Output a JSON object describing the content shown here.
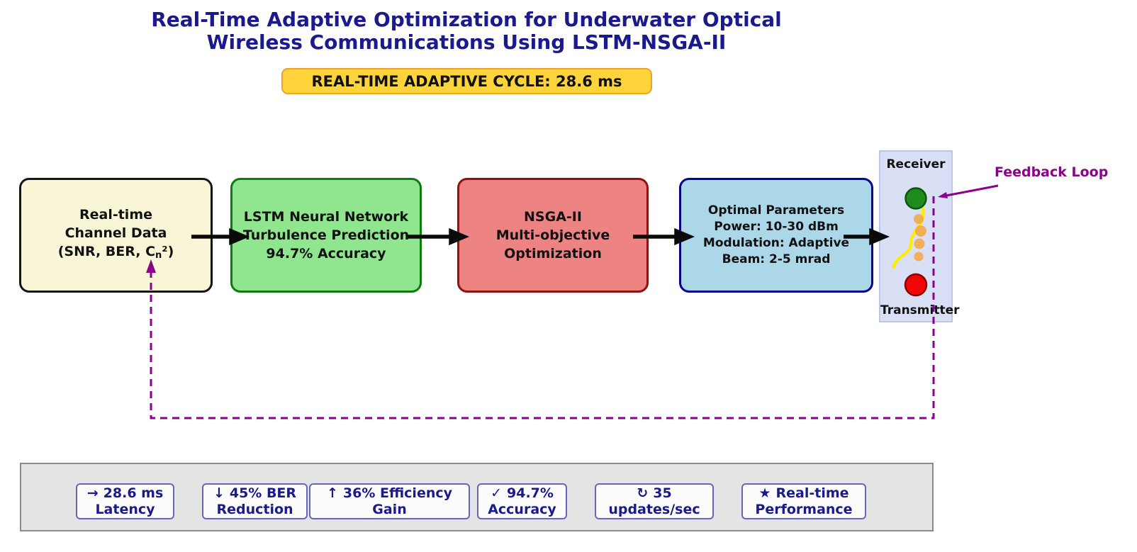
{
  "title": {
    "line1": "Real-Time Adaptive Optimization for Underwater Optical",
    "line2": "Wireless Communications Using LSTM-NSGA-II"
  },
  "cycle_badge": {
    "label": "REAL-TIME ADAPTIVE CYCLE: 28.6 ms"
  },
  "flow": {
    "boxes": [
      {
        "name": "channel-data",
        "lines": [
          "Real-time",
          "Channel Data"
        ],
        "formula": {
          "pre": "(SNR, BER, C",
          "sub": "n",
          "sup": "²)"
        }
      },
      {
        "name": "lstm-prediction",
        "lines": [
          "LSTM Neural Network",
          "Turbulence Prediction",
          "94.7% Accuracy"
        ]
      },
      {
        "name": "nsga-optimization",
        "lines": [
          "NSGA-II",
          "Multi-objective",
          "Optimization"
        ]
      },
      {
        "name": "optimal-parameters",
        "lines": [
          "Optimal Parameters",
          "Power: 10-30 dBm",
          "Modulation: Adaptive",
          "Beam: 2-5 mrad"
        ]
      }
    ]
  },
  "link": {
    "receiver_label": "Receiver",
    "transmitter_label": "Transmitter"
  },
  "feedback": {
    "label": "Feedback Loop"
  },
  "metrics": {
    "items": [
      {
        "icon": "→",
        "icon_name": "arrow-right-icon",
        "line1": "28.6 ms",
        "line2": "Latency"
      },
      {
        "icon": "↓",
        "icon_name": "arrow-down-icon",
        "line1": "45% BER",
        "line2": "Reduction"
      },
      {
        "icon": "↑",
        "icon_name": "arrow-up-icon",
        "line1": "36% Efficiency",
        "line2": "Gain"
      },
      {
        "icon": "✓",
        "icon_name": "check-icon",
        "line1": "94.7%",
        "line2": "Accuracy"
      },
      {
        "icon": "↻",
        "icon_name": "refresh-icon",
        "line1": "35",
        "line2": "updates/sec"
      },
      {
        "icon": "★",
        "icon_name": "star-icon",
        "line1": "Real-time",
        "line2": "Performance"
      }
    ]
  },
  "colors": {
    "title_text": "#1A1A8C",
    "cycle_badge_bg": "#FFD43B",
    "cycle_badge_border": "#EDA32A",
    "box_channel_bg": "#F9F6D7",
    "box_lstm_bg": "#8FE68F",
    "box_nsga_bg": "#ED8383",
    "box_params_bg": "#ABD7E8",
    "panel_bg": "#D9DFF5",
    "feedback_purple": "#8B008B",
    "receiver_led": "#1F8B1F",
    "transmitter_led": "#F00606",
    "beam_yellow": "#FFEB00",
    "scatter_orange": "#F3A83D",
    "metric_text": "#1A1A8C",
    "metric_border": "#6565BE",
    "metrics_bar_bg": "#E4E4E4"
  }
}
